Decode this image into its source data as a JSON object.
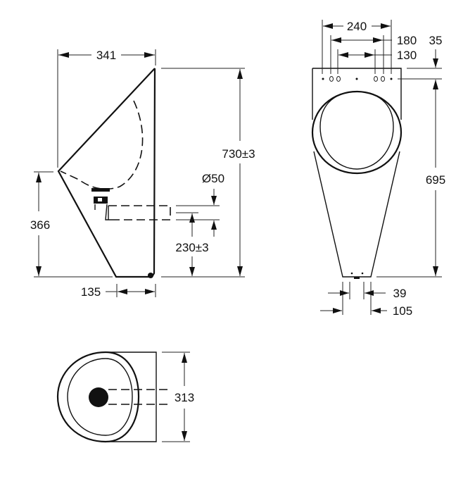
{
  "drawing": {
    "title": "Urinal dimension drawing",
    "line_color": "#111111",
    "background": "#ffffff",
    "side_view": {
      "dimensions": {
        "width_top": "341",
        "height_total": "730±3",
        "rim_height": "366",
        "outlet_diameter": "Ø50",
        "outlet_height": "230±3",
        "base_depth": "135"
      }
    },
    "front_view": {
      "dimensions": {
        "mount_outer": "240",
        "mount_middle": "180",
        "mount_inner": "130",
        "mount_from_top": "35",
        "height_to_mount": "695",
        "base_inner": "39",
        "base_outer": "105"
      }
    },
    "top_view": {
      "dimensions": {
        "depth": "313"
      }
    }
  }
}
